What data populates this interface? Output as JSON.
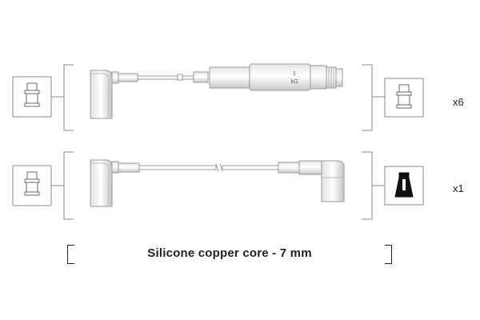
{
  "cable_sets": [
    {
      "quantity": "x6",
      "resistor_label": "1",
      "resistor_unit": "kΩ"
    },
    {
      "quantity": "x1"
    }
  ],
  "spec_note": "Silicone copper core - 7 mm",
  "colors": {
    "stroke": "#9a9a9a",
    "frame": "#888888",
    "text": "#222222"
  }
}
